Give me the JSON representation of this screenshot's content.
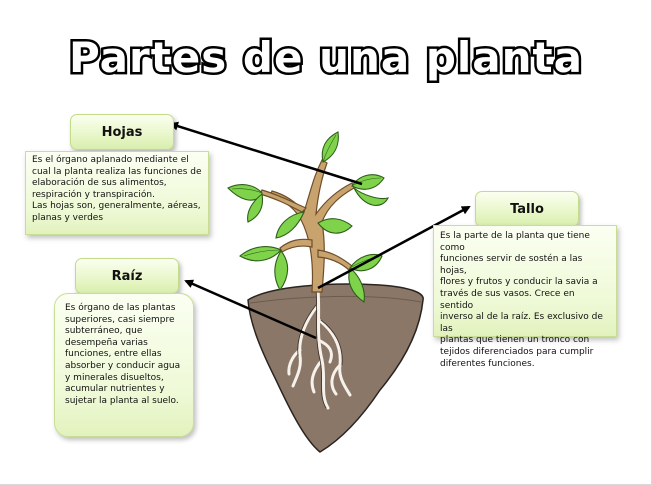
{
  "title": "Partes de una planta",
  "labels": {
    "hojas": "Hojas",
    "tallo": "Tallo",
    "raiz": "Raíz"
  },
  "descriptions": {
    "hojas": {
      "lines": [
        "Es el órgano aplanado mediante el",
        "cual la planta realiza las funciones de",
        "elaboración de sus alimentos,",
        "respiración y transpiración.",
        "Las hojas son, generalmente, aéreas,",
        "planas y verdes"
      ]
    },
    "tallo": {
      "lines": [
        "Es la parte de la planta que tiene como",
        "funciones servir de sostén a las hojas,",
        "flores y frutos y conducir la savia a",
        "través de sus vasos. Crece en sentido",
        "inverso al de la raíz. Es exclusivo de las",
        "plantas que tienen un tronco con",
        "tejidos diferenciados para cumplir",
        "diferentes funciones."
      ]
    },
    "raiz": {
      "lines": [
        "Es órgano de las plantas",
        "superiores, casi siempre",
        "subterráneo, que",
        "desempeña varias",
        "funciones, entre ellas",
        "absorber y conducir agua",
        "y minerales disueltos,",
        "acumular nutrientes y",
        "sujetar la planta al suelo."
      ]
    }
  },
  "colors": {
    "box_fill": "#eef9d6",
    "box_border": "#c8de93",
    "soil": "#8a7767",
    "stem": "#c9a36d",
    "leaf": "#7ed34a",
    "arrow": "#000000"
  }
}
